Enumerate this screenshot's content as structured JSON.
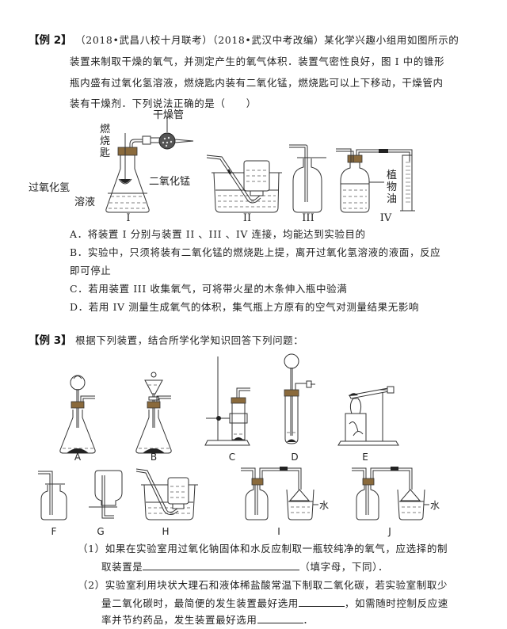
{
  "example2": {
    "tag": "【例 2】",
    "lines": [
      "（2018•武昌八校十月联考）（2018•武汉中考改编）某化学兴趣小组用如图所示的",
      "装置来制取干燥的氧气，并测定产生的氧气体积．装置气密性良好，图 I 中的锥形",
      "瓶内盛有过氧化氢溶液，燃烧匙内装有二氧化锰，燃烧匙可以上下移动，干燥管内",
      "装有干燥剂．下列说法正确的是（　　）"
    ],
    "figure": {
      "labels": {
        "drying_tube": "干燥管",
        "spoon": [
          "燃",
          "烧",
          "匙"
        ],
        "h2o2_line1": "过氧化氢",
        "h2o2_line2": "溶液",
        "mno2": "二氧化锰",
        "oil": [
          "植",
          "物",
          "油"
        ]
      },
      "captions": [
        "I",
        "II",
        "III",
        "IV"
      ]
    },
    "options": [
      "A．将装置 I 分别与装置 II 、III 、IV 连接，均能达到实验目的",
      "B．实验中，只须将装有二氧化锰的燃烧匙上提，离开过氧化氢溶液的液面，反应",
      "即可停止",
      "C．若用装置 III 收集氧气，可将带火星的木条伸入瓶中验满",
      "D．若用 IV 测量生成氧气的体积，集气瓶上方原有的空气对测量结果无影响"
    ]
  },
  "example3": {
    "tag": "【例 3】",
    "intro": "根据下列装置，结合所学化学知识回答下列问题：",
    "figure": {
      "captions_row1": [
        "A",
        "B",
        "C",
        "D",
        "E"
      ],
      "captions_row2": [
        "F",
        "G",
        "H",
        "I",
        "J"
      ],
      "water_label": "水"
    },
    "questions": {
      "q1_line1": "（1）如果在实验室用过氧化钠固体和水反应制取一瓶较纯净的氧气，应选择的制",
      "q1_line2_pre": "取装置是",
      "q1_line2_post": "（填字母，下同）．",
      "q2_line1": "（2）实验室利用块状大理石和液体稀盐酸常温下制取二氧化碳，若实验室制取少",
      "q2_line2_pre": "量二氧化碳时，最简便的发生装置最好选用",
      "q2_line2_post": "，如需随时控制反应速",
      "q2_line3_pre": "率并节约药品，发生装置最好选用",
      "q2_line3_post": "．"
    }
  }
}
